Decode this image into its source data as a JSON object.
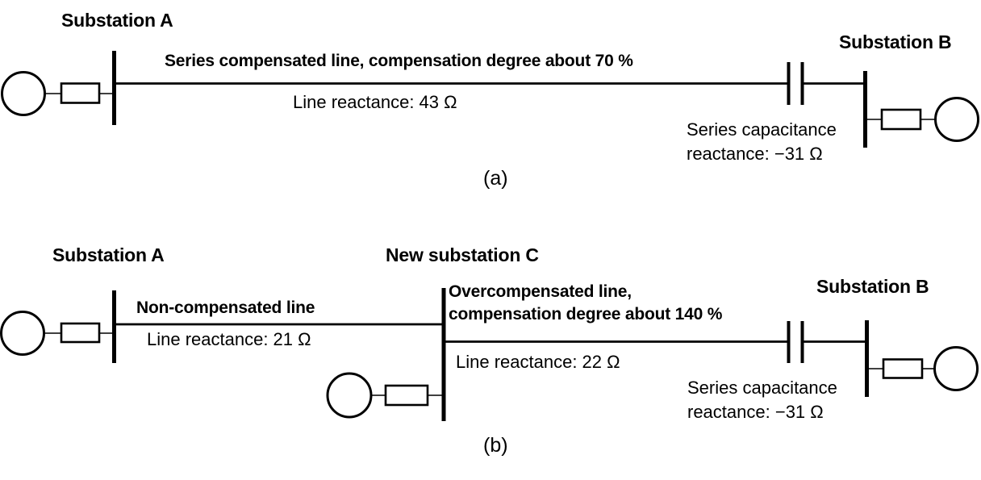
{
  "colors": {
    "ink": "#000000",
    "background": "#ffffff"
  },
  "panel_a": {
    "panel_label": "(a)",
    "substation_a_title": "Substation A",
    "substation_b_title": "Substation B",
    "line_title": "Series compensated line, compensation degree about 70 %",
    "line_reactance": "Line reactance: 43 Ω",
    "series_capacitance_line1": "Series capacitance",
    "series_capacitance_line2": "reactance: −31 Ω"
  },
  "panel_b": {
    "panel_label": "(b)",
    "substation_a_title": "Substation A",
    "substation_c_title": "New substation C",
    "substation_b_title": "Substation B",
    "line_ac_title": "Non-compensated line",
    "line_ac_reactance": "Line reactance: 21 Ω",
    "line_cb_title_line1": "Overcompensated line,",
    "line_cb_title_line2": "compensation degree about 140 %",
    "line_cb_reactance": "Line reactance: 22 Ω",
    "series_capacitance_line1": "Series capacitance",
    "series_capacitance_line2": "reactance: −31 Ω"
  }
}
